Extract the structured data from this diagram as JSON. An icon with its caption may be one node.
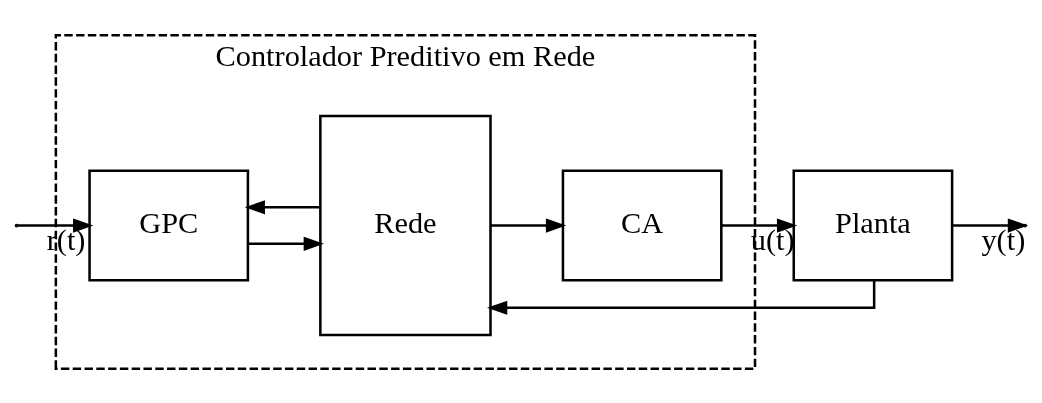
{
  "diagram": {
    "nodes": [
      {
        "text": [
          "Controlador Preditivo em Rede"
        ]
      },
      {
        "text": [
          "GPC"
        ],
        "in": 0
      },
      {
        "text": [
          "Rede"
        ],
        "in": 0
      },
      {
        "text": [
          "CA"
        ],
        "in": 0
      },
      {
        "text": [
          "Planta"
        ]
      }
    ],
    "edges": [
      {
        "from": null,
        "to": 1,
        "arrow": "to",
        "label": "r(t)"
      },
      {
        "from": 1,
        "to": 2,
        "arrow": "to"
      },
      {
        "from": 2,
        "to": 3,
        "arrow": "to"
      },
      {
        "from": 3,
        "to": 4,
        "arrow": "to",
        "label": "u(t)"
      },
      {
        "from": 4,
        "to": null,
        "arrow": "to",
        "label": "y(t)"
      },
      {
        "from": 4,
        "to": 2,
        "arrow": "to"
      },
      {
        "from": 2,
        "to": 1,
        "arrow": "to"
      }
    ]
  }
}
